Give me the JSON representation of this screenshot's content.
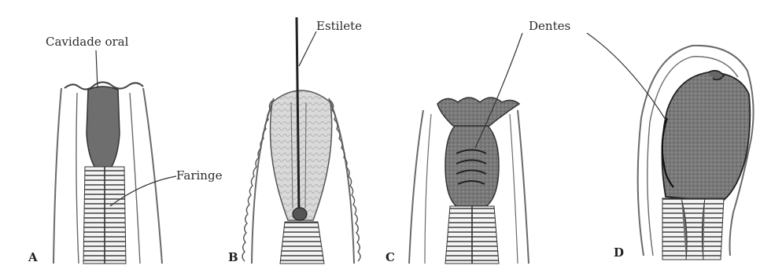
{
  "labels": {
    "cavidade_oral": "Cavidade oral",
    "faringe": "Faringe",
    "estilete": "Estilete",
    "dentes": "Dentes"
  },
  "panels": {
    "a": "A",
    "b": "B",
    "c": "C",
    "d": "D"
  }
}
